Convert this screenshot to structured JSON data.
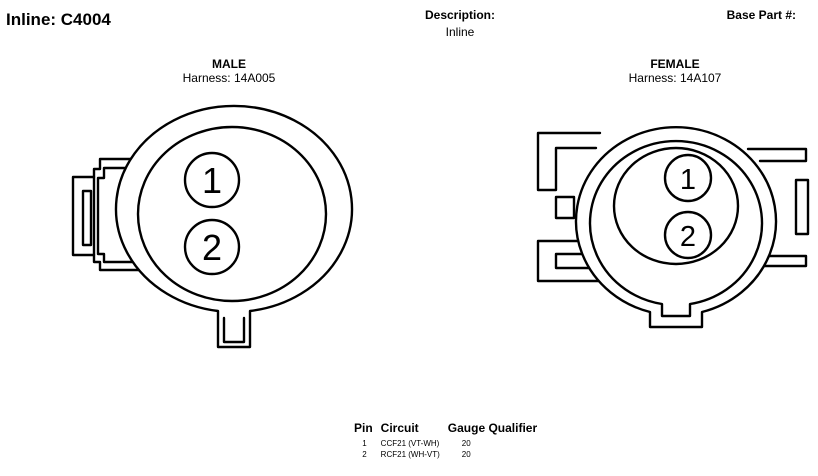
{
  "header": {
    "title": "Inline: C4004",
    "description_label": "Description:",
    "description_value": "Inline",
    "base_part_label": "Base Part #:"
  },
  "male": {
    "title": "MALE",
    "harness": "Harness: 14A005",
    "pins": [
      "1",
      "2"
    ]
  },
  "female": {
    "title": "FEMALE",
    "harness": "Harness: 14A107",
    "pins": [
      "1",
      "2"
    ]
  },
  "pin_table": {
    "headers": {
      "pin": "Pin",
      "circuit": "Circuit",
      "gauge_qualifier": "Gauge Qualifier"
    },
    "rows": [
      {
        "pin": "1",
        "circuit": "CCF21 (VT-WH)",
        "gauge": "20"
      },
      {
        "pin": "2",
        "circuit": "RCF21 (WH-VT)",
        "gauge": "20"
      }
    ]
  },
  "colors": {
    "line": "#000000",
    "background": "#ffffff"
  }
}
